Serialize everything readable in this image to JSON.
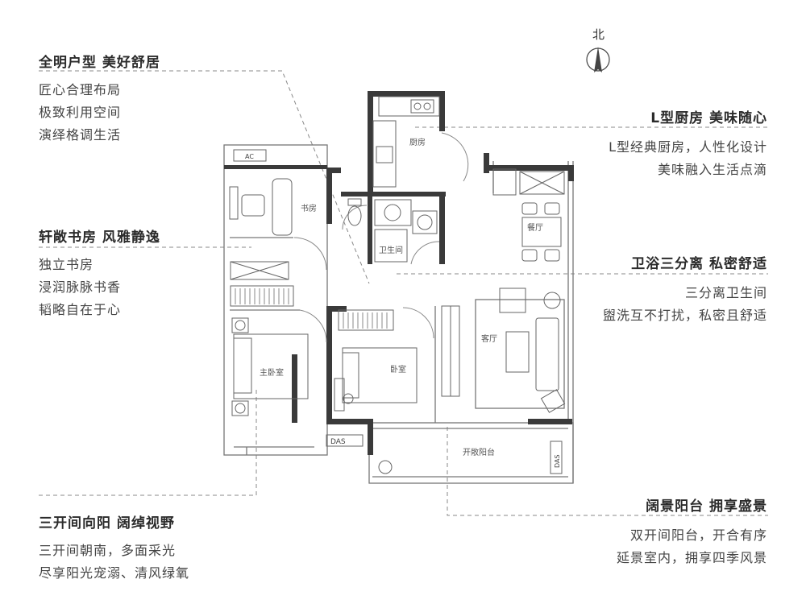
{
  "north": {
    "label": "北"
  },
  "annotations": {
    "full_light": {
      "title": "全明户型  美好舒居",
      "lines": [
        "匠心合理布局",
        "极致利用空间",
        "演绎格调生活"
      ]
    },
    "study": {
      "title": "轩敞书房  风雅静逸",
      "lines": [
        "独立书房",
        "浸润脉脉书香",
        "韬略自在于心"
      ]
    },
    "three_bay": {
      "title": "三开间向阳  阔绰视野",
      "lines": [
        "三开间朝南，多面采光",
        "尽享阳光宠溺、清风绿氧"
      ]
    },
    "kitchen": {
      "title": "L型厨房  美味随心",
      "lines": [
        "L型经典厨房，人性化设计",
        "美味融入生活点滴"
      ]
    },
    "bath": {
      "title": "卫浴三分离  私密舒适",
      "lines": [
        "三分离卫生间",
        "盥洗互不打扰，私密且舒适"
      ]
    },
    "balcony": {
      "title": "阔景阳台  拥享盛景",
      "lines": [
        "双开间阳台，开合有序",
        "延景室内，拥享四季风景"
      ]
    }
  },
  "rooms": {
    "kitchen": "厨房",
    "study": "书房",
    "dining": "餐厅",
    "bathroom": "卫生间",
    "master_bedroom": "主卧室",
    "bedroom": "卧室",
    "living": "客厅",
    "balcony": "开敞阳台"
  },
  "equipment": {
    "ac": "AC",
    "das1": "DAS",
    "das2": "DAS"
  }
}
